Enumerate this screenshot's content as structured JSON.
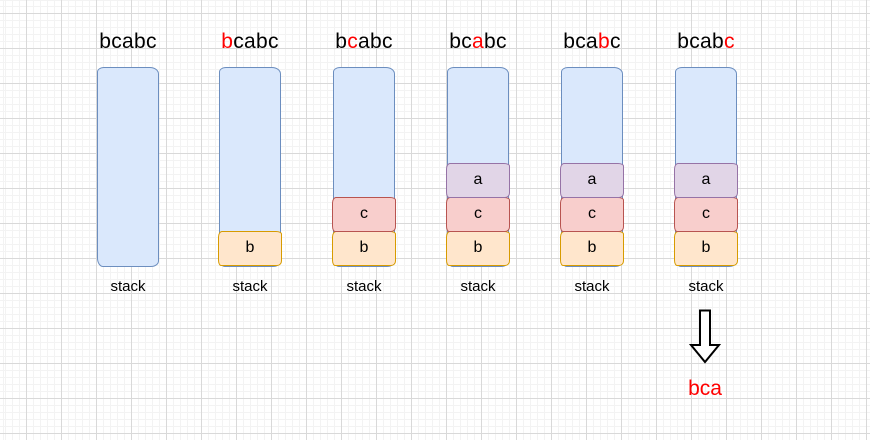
{
  "columns": [
    {
      "header_text": "bcabc",
      "header_highlight_index": -1,
      "stack_items": [],
      "label": "stack"
    },
    {
      "header_text": "bcabc",
      "header_highlight_index": 0,
      "stack_items": [
        "b"
      ],
      "label": "stack"
    },
    {
      "header_text": "bcabc",
      "header_highlight_index": 1,
      "stack_items": [
        "b",
        "c"
      ],
      "label": "stack"
    },
    {
      "header_text": "bcabc",
      "header_highlight_index": 2,
      "stack_items": [
        "b",
        "c",
        "a"
      ],
      "label": "stack"
    },
    {
      "header_text": "bcabc",
      "header_highlight_index": 3,
      "stack_items": [
        "b",
        "c",
        "a"
      ],
      "label": "stack"
    },
    {
      "header_text": "bcabc",
      "header_highlight_index": 4,
      "stack_items": [
        "b",
        "c",
        "a"
      ],
      "label": "stack"
    }
  ],
  "colors": {
    "highlight": "#ff0000",
    "text": "#000000",
    "stack_fill": "#dae8fc",
    "stack_border": "#6c8ebf",
    "items": {
      "a": {
        "fill": "#e1d5e7",
        "border": "#9673a6"
      },
      "b": {
        "fill": "#ffe6cc",
        "border": "#d79b00"
      },
      "c": {
        "fill": "#f8cecc",
        "border": "#b85450"
      }
    },
    "arrow_outline": "#000000",
    "arrow_fill": "#ffffff"
  },
  "result": {
    "text": "bca",
    "color": "#ff0000"
  },
  "icons": {
    "down_arrow": "down-arrow"
  }
}
